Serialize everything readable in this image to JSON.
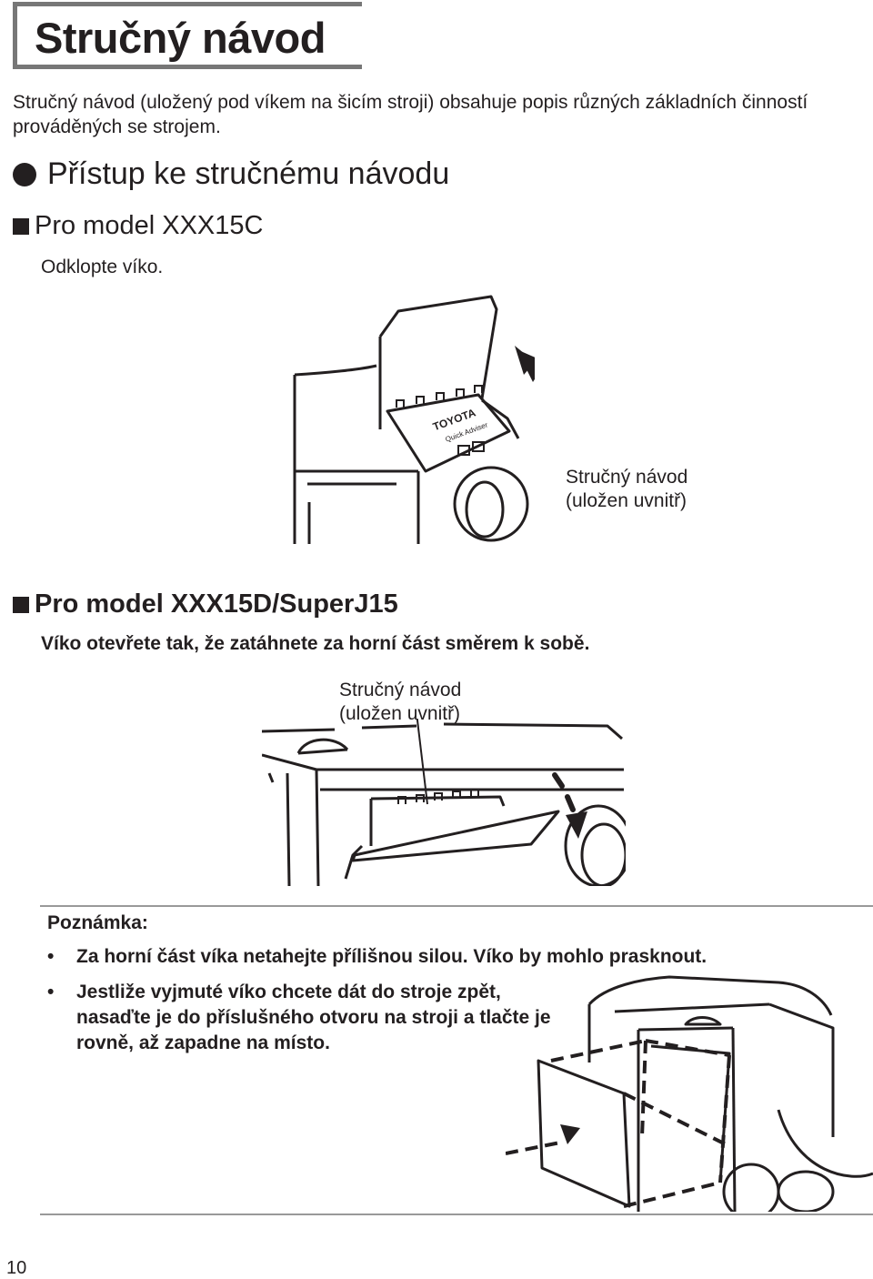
{
  "title": "Stručný návod",
  "intro": "Stručný návod (uložený pod víkem na šicím stroji) obsahuje popis různých základních činností prováděných se strojem.",
  "section": {
    "heading": "Přístup ke stručnému návodu",
    "model_a": {
      "heading": "Pro model XXX15C",
      "instruction": "Odklopte víko.",
      "caption_line1": "Stručný návod",
      "caption_line2": "(uložen uvnitř)",
      "logo_text": "TOYOTA",
      "logo_sub": "Quick Adviser"
    },
    "model_b": {
      "heading": "Pro model XXX15D/SuperJ15",
      "instruction": "Víko otevřete tak, že zatáhnete za horní část směrem k sobě.",
      "caption_line1": "Stručný návod",
      "caption_line2": "(uložen uvnitř)"
    }
  },
  "note": {
    "label": "Poznámka:",
    "bullet_symbol": "•",
    "items": [
      "Za horní část víka netahejte přílišnou silou. Víko by mohlo prasknout.",
      "Jestliže vyjmuté víko chcete dát do stroje zpět, nasaďte je do příslušného otvoru na stroji a tlačte je rovně, až zapadne na místo."
    ]
  },
  "page_number": "10"
}
